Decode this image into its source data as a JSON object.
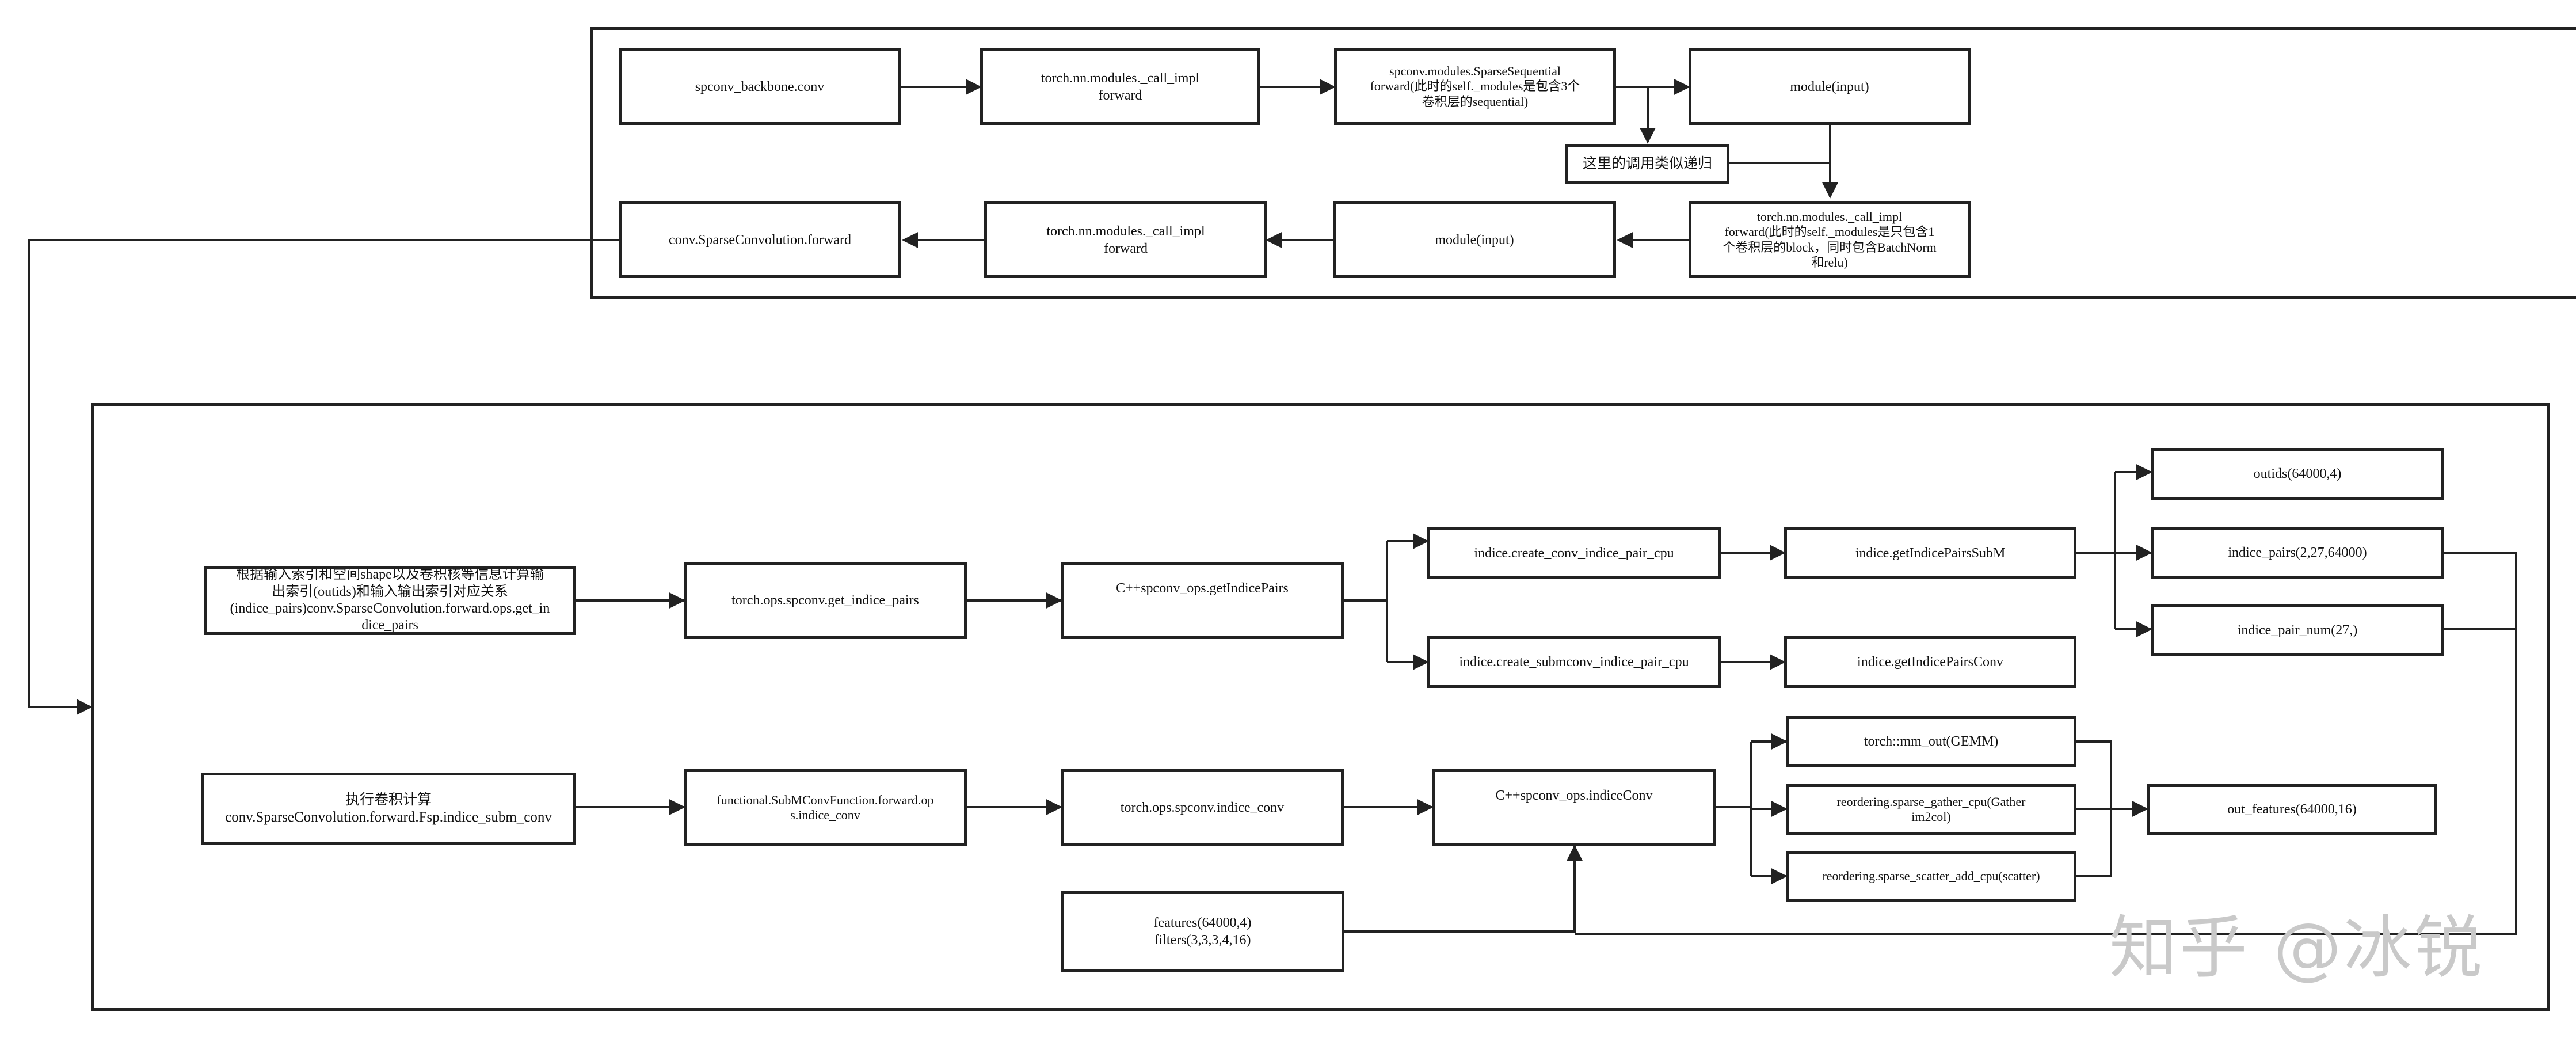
{
  "top": {
    "spconv_backbone": "spconv_backbone.conv",
    "call_impl_1": "torch.nn.modules._call_impl\nforward",
    "sparse_sequential": "spconv.modules.SparseSequential\nforward(此时的self._modules是包含3个\n卷积层的sequential)",
    "module_input_1": "module(input)",
    "recursion_note": "这里的调用类似递归",
    "call_impl_2": "torch.nn.modules._call_impl\nforward(此时的self._modules是只包含1\n个卷积层的block，同时包含BatchNorm\n和relu)",
    "module_input_2": "module(input)",
    "call_impl_3": "torch.nn.modules._call_impl\nforward",
    "sparse_conv_forward": "conv.SparseConvolution.forward"
  },
  "bottom": {
    "indice_desc": "根据输入索引和空间shape以及卷积核等信息计算输\n出索引(outids)和输入输出索引对应关系\n(indice_pairs)conv.SparseConvolution.forward.ops.get_in\ndice_pairs",
    "get_indice_pairs": "torch.ops.spconv.get_indice_pairs",
    "cpp_get_indice_pairs": "C++spconv_ops.getIndicePairs",
    "create_conv_pair": "indice.create_conv_indice_pair_cpu",
    "create_submconv_pair": "indice.create_submconv_indice_pair_cpu",
    "get_pairs_subm": "indice.getIndicePairsSubM",
    "get_pairs_conv": "indice.getIndicePairsConv",
    "outids": "outids(64000,4)",
    "indice_pairs": "indice_pairs(2,27,64000)",
    "indice_pair_num": "indice_pair_num(27,)",
    "exec_desc": "执行卷积计算\nconv.SparseConvolution.forward.Fsp.indice_subm_conv",
    "subm_function": "functional.SubMConvFunction.forward.op\ns.indice_conv",
    "indice_conv": "torch.ops.spconv.indice_conv",
    "cpp_indice_conv": "C++spconv_ops.indiceConv",
    "mm_out": "torch::mm_out(GEMM)",
    "gather": "reordering.sparse_gather_cpu(Gather\nim2col)",
    "scatter": "reordering.sparse_scatter_add_cpu(scatter)",
    "out_features": "out_features(64000,16)",
    "features_filters": "features(64000,4)\nfilters(3,3,3,4,16)"
  },
  "watermark": "知乎 @冰锐",
  "colors": {
    "stroke": "#222222",
    "watermark": "#c9c9c9"
  }
}
